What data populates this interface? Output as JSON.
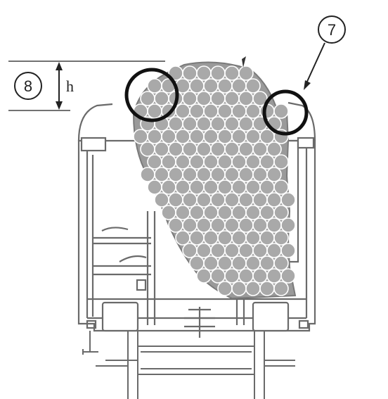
{
  "labels": {
    "callout_8": "8",
    "callout_7": "7",
    "dimension_h": "h"
  },
  "colors": {
    "log_fill": "#a9a9a9",
    "log_stroke": "#ffffff",
    "load_outline": "#7a7a7a",
    "wagon_line": "#6a6a6a",
    "highlight_ring": "#111111",
    "background": "#ffffff"
  }
}
